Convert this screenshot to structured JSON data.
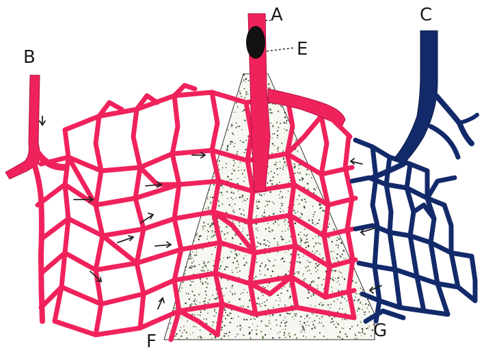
{
  "labels": {
    "A": "A",
    "B": "B",
    "C": "C",
    "E": "E",
    "F": "F",
    "G": "G"
  },
  "icons": [
    "flow-arrow-icon"
  ],
  "colors": {
    "artery": "#f0225c",
    "vein": "#132a6a",
    "tumor": "#111111",
    "dots_dark": "#2f4a2a",
    "dots_light": "#6a8a55",
    "background": "#ffffff"
  }
}
